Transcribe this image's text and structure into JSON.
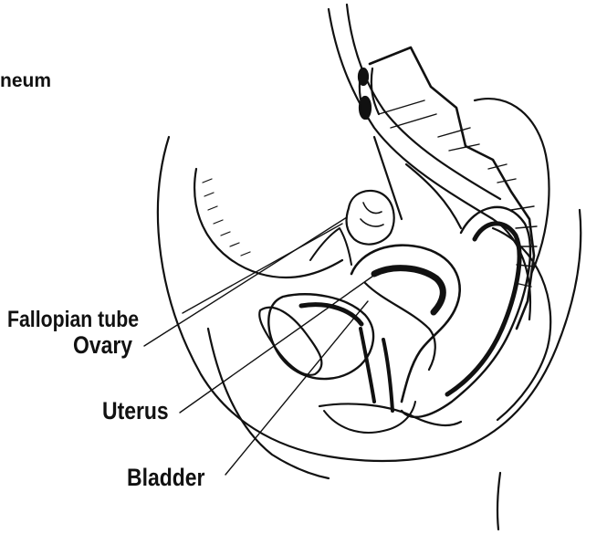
{
  "labels": {
    "peritoneum_partial": "neum",
    "fallopian_tube": "Fallopian tube",
    "ovary": "Ovary",
    "uterus": "Uterus",
    "bladder": "Bladder"
  },
  "colors": {
    "ink": "#111111",
    "background": "#ffffff"
  }
}
